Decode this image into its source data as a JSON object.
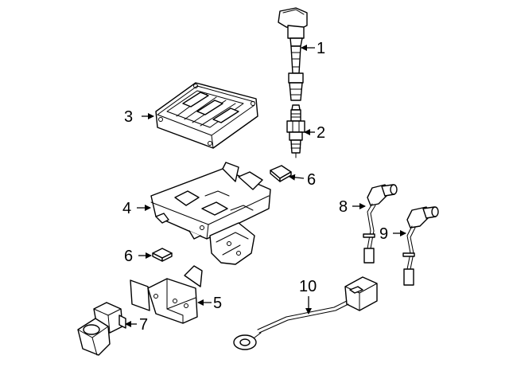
{
  "callouts": [
    {
      "id": "1",
      "text": "1"
    },
    {
      "id": "2",
      "text": "2"
    },
    {
      "id": "3",
      "text": "3"
    },
    {
      "id": "4",
      "text": "4"
    },
    {
      "id": "5",
      "text": "5"
    },
    {
      "id": "6a",
      "text": "6"
    },
    {
      "id": "6b",
      "text": "6"
    },
    {
      "id": "7",
      "text": "7"
    },
    {
      "id": "8",
      "text": "8"
    },
    {
      "id": "9",
      "text": "9"
    },
    {
      "id": "10",
      "text": "10"
    }
  ],
  "parts": [
    {
      "callout": "1",
      "icon": "ignition-coil-icon"
    },
    {
      "callout": "2",
      "icon": "spark-plug-icon"
    },
    {
      "callout": "3",
      "icon": "engine-control-module-icon"
    },
    {
      "callout": "4",
      "icon": "ecm-bracket-icon"
    },
    {
      "callout": "5",
      "icon": "mounting-bracket-icon"
    },
    {
      "callout": "6",
      "icon": "pad-icon"
    },
    {
      "callout": "7",
      "icon": "sensor-icon"
    },
    {
      "callout": "8",
      "icon": "crankshaft-sensor-icon"
    },
    {
      "callout": "9",
      "icon": "camshaft-sensor-icon"
    },
    {
      "callout": "10",
      "icon": "knock-sensor-icon"
    }
  ]
}
